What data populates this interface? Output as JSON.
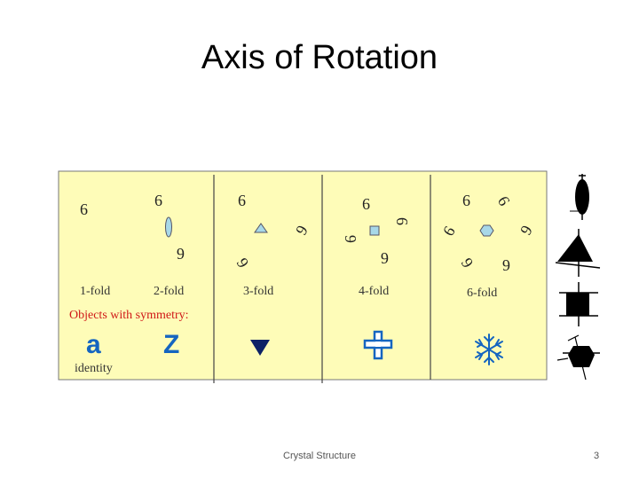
{
  "slide": {
    "title": "Axis of Rotation",
    "footer": "Crystal Structure",
    "page_number": "3"
  },
  "diagram": {
    "motif_glyph": "6",
    "panel_labels": [
      "1-fold",
      "2-fold",
      "3-fold",
      "4-fold",
      "6-fold"
    ],
    "objects_heading": "Objects with symmetry:",
    "object_letters": [
      "a",
      "Z"
    ],
    "identity_label": "identity",
    "colors": {
      "panel_bg": "#fefcb8",
      "heading_red": "#d01818",
      "object_blue": "#1565c0",
      "axis_fill": "#a8d8e8"
    },
    "icons": [
      "ellipse-axis-icon",
      "triangle-axis-icon",
      "square-axis-icon",
      "hexagon-axis-icon",
      "triangle-down-icon",
      "blue-cross-icon",
      "snowflake-icon",
      "ellipse-axis-3d-icon",
      "pyramid-3d-icon",
      "cube-3d-icon",
      "hexagonal-prism-3d-icon"
    ]
  }
}
